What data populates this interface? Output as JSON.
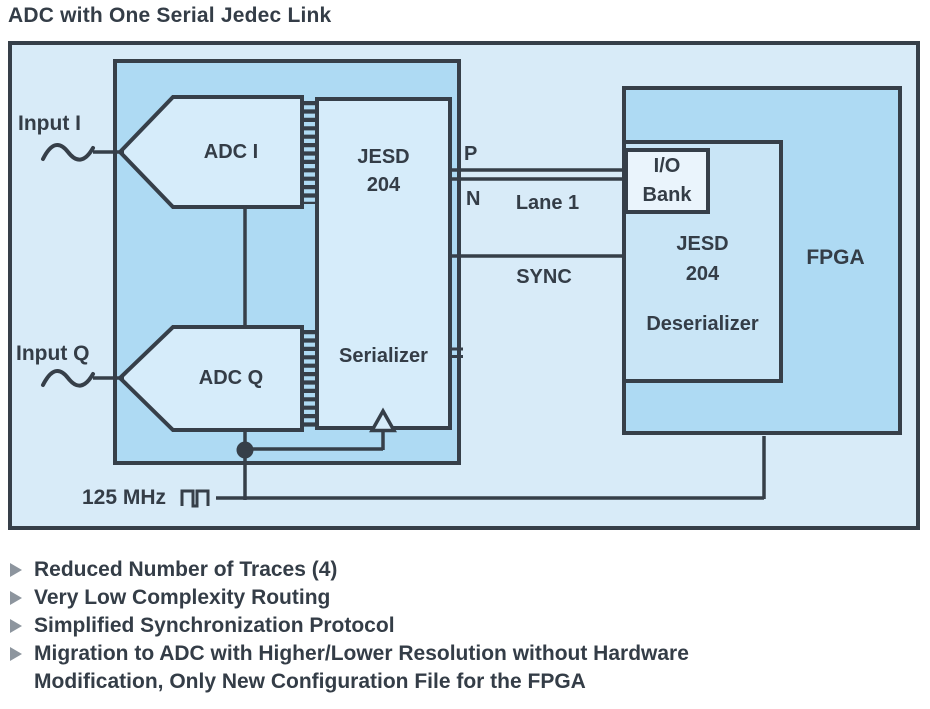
{
  "title": "ADC with One Serial Jedec Link",
  "colors": {
    "border": "#363f49",
    "text": "#343d47",
    "fill_outer": "#d8ebf8",
    "fill_medium": "#aedaf3",
    "fill_light": "#d6ecfa",
    "fill_light2": "#c9e5f6",
    "fill_lightest": "#eaf4fc",
    "bullet_marker": "#8d959e",
    "page_bg": "#ffffff"
  },
  "icons": {
    "input_wave": "sine-wave",
    "clock_source": "square-wave-clock",
    "bullet": "right-triangle"
  },
  "diagram": {
    "inputs": {
      "input_i": "Input I",
      "input_q": "Input Q"
    },
    "adc_chip": {
      "adc_i": "ADC I",
      "adc_q": "ADC Q",
      "jesd_line1": "JESD",
      "jesd_line2": "204",
      "serializer": "Serializer"
    },
    "link": {
      "p": "P",
      "n": "N",
      "lane": "Lane 1",
      "sync": "SYNC"
    },
    "fpga": {
      "label": "FPGA",
      "io_bank_line1": "I/O",
      "io_bank_line2": "Bank",
      "jesd_line1": "JESD",
      "jesd_line2": "204",
      "deserializer": "Deserializer"
    },
    "clock": {
      "label": "125 MHz"
    }
  },
  "bullets": [
    {
      "lines": [
        "Reduced Number of Traces (4)"
      ]
    },
    {
      "lines": [
        "Very Low Complexity Routing"
      ]
    },
    {
      "lines": [
        "Simplified Synchronization Protocol"
      ]
    },
    {
      "lines": [
        "Migration to ADC with Higher/Lower Resolution without Hardware",
        "Modification, Only New Configuration File for the FPGA"
      ]
    }
  ]
}
